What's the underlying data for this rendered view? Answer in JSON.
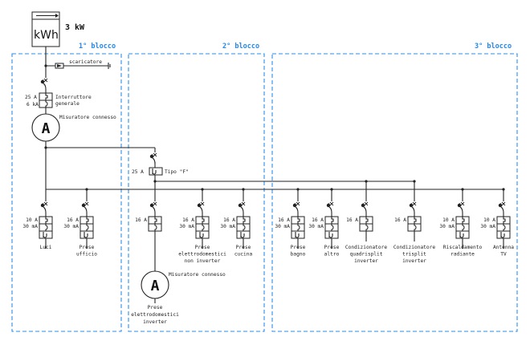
{
  "meter": {
    "unit": "kWh",
    "power": "3 kW"
  },
  "blocks": [
    {
      "label": "1° blocco"
    },
    {
      "label": "2° blocco"
    },
    {
      "label": "3° blocco"
    }
  ],
  "surge_arrester": {
    "label": "scaricatore"
  },
  "main_breaker": {
    "rating": "25 A",
    "breaking": "6 kA",
    "label_line1": "Interruttore",
    "label_line2": "generale"
  },
  "main_meter": {
    "symbol": "A",
    "label": "Misuratore connesso"
  },
  "rcd": {
    "rating": "25 A",
    "type": "Tipo \"F\""
  },
  "secondary_meter": {
    "symbol": "A",
    "label": "Misuratore connesso",
    "load_line1": "Prese",
    "load_line2": "elettrodomestici",
    "load_line3": "inverter"
  },
  "circuits": [
    {
      "rating": "10 A",
      "rcd": "30 mA",
      "lines": [
        "Luci"
      ]
    },
    {
      "rating": "16 A",
      "rcd": "30 mA",
      "lines": [
        "Prese",
        "ufficio"
      ]
    },
    {
      "rating": "16 A",
      "rcd": "",
      "lines": []
    },
    {
      "rating": "16 A",
      "rcd": "30 mA",
      "lines": [
        "Prese",
        "elettrodomestici",
        "non inverter"
      ]
    },
    {
      "rating": "16 A",
      "rcd": "30 mA",
      "lines": [
        "Prese",
        "cucina"
      ]
    },
    {
      "rating": "16 A",
      "rcd": "30 mA",
      "lines": [
        "Prese",
        "bagno"
      ]
    },
    {
      "rating": "16 A",
      "rcd": "30 mA",
      "lines": [
        "Prese",
        "altro"
      ]
    },
    {
      "rating": "16 A",
      "rcd": "",
      "lines": [
        "Condizionatore",
        "quadrisplit",
        "inverter"
      ]
    },
    {
      "rating": "16 A",
      "rcd": "",
      "lines": [
        "Condizionatore",
        "trisplit",
        "inverter"
      ]
    },
    {
      "rating": "10 A",
      "rcd": "30 mA",
      "lines": [
        "Riscaldamento",
        "radiante"
      ]
    },
    {
      "rating": "10 A",
      "rcd": "30 mA",
      "lines": [
        "Antenna",
        "TV"
      ]
    }
  ]
}
